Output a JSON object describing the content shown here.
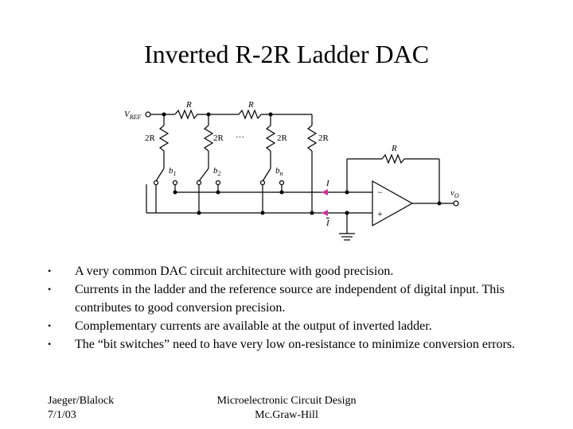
{
  "slide": {
    "title": "Inverted R-2R Ladder DAC",
    "bullets": [
      "A very common DAC circuit architecture with good precision.",
      "Currents in the ladder and the reference source are independent of digital input.  This contributes to good conversion precision.",
      "Complementary currents are available at the  output of inverted ladder.",
      "The “bit switches” need to have very low on-resistance to minimize conversion errors."
    ],
    "bullet_marker": "•",
    "footer_left": [
      "Jaeger/Blalock",
      "7/1/03"
    ],
    "footer_center": [
      "Microelectronic Circuit Design",
      "Mc.Graw-Hill"
    ]
  },
  "circuit": {
    "vref_label": "V",
    "vref_sub": "REF",
    "series_labels": [
      "R",
      "R"
    ],
    "shunt_labels": [
      "2R",
      "2R",
      "2R",
      "2R"
    ],
    "dots": "···",
    "bit_labels": [
      "b",
      "b",
      "b"
    ],
    "bit_subs": [
      "1",
      "2",
      "n"
    ],
    "feedback_label": "R",
    "current_label": "I",
    "current_bar_label": "I",
    "opamp_minus": "−",
    "opamp_plus": "+",
    "output_label": "v",
    "output_sub": "O"
  }
}
